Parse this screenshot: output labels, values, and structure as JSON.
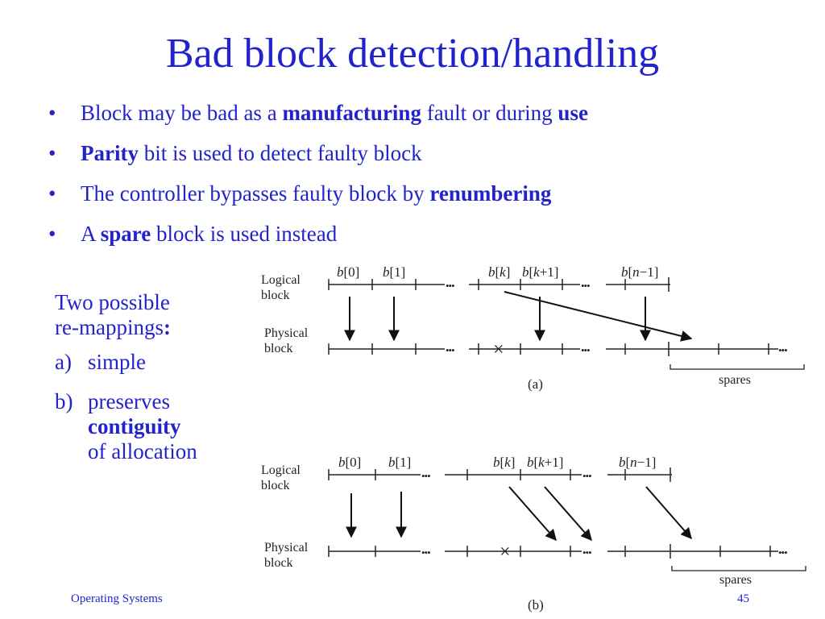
{
  "slide": {
    "title": "Bad block detection/handling",
    "bullet_symbol": "•",
    "bullets": [
      {
        "parts": [
          "Block may be bad as a ",
          "manufacturing",
          " fault or during ",
          "use"
        ]
      },
      {
        "parts": [
          "Parity",
          " bit is used to detect faulty block"
        ]
      },
      {
        "parts": [
          "The controller bypasses faulty block by ",
          "renumbering"
        ]
      },
      {
        "parts": [
          "A ",
          "spare",
          " block is used instead"
        ]
      }
    ],
    "side_text": {
      "intro_line1": "Two possible",
      "intro_line2_a": "re-mappings",
      "intro_line2_b": ":",
      "items": [
        {
          "label": "a)",
          "lines": [
            "simple"
          ]
        },
        {
          "label": "b)",
          "lines": [
            "preserves",
            "contiguity",
            "of allocation"
          ]
        }
      ]
    },
    "footer": {
      "left": "Operating Systems",
      "right": "45"
    }
  },
  "diagram": {
    "row_labels": {
      "logical": [
        "Logical",
        "block"
      ],
      "physical": [
        "Physical",
        "block"
      ]
    },
    "block_labels": {
      "b0": {
        "b": "b",
        "idx": "[0]"
      },
      "b1": {
        "b": "b",
        "idx": "[1]"
      },
      "bk": {
        "b": "b",
        "open": "[",
        "k": "k",
        "close": "]"
      },
      "bk1": {
        "b": "b",
        "open": "[",
        "k": "k",
        "rest": "+1]"
      },
      "bn1": {
        "b": "b",
        "open": "[",
        "n": "n",
        "rest": "−1]"
      }
    },
    "ellipsis": "•••",
    "bad_mark": "×",
    "spares_label": "spares",
    "captions": [
      "(a)",
      "(b)"
    ]
  },
  "colors": {
    "accent": "#2323cc",
    "ink": "#222222"
  }
}
